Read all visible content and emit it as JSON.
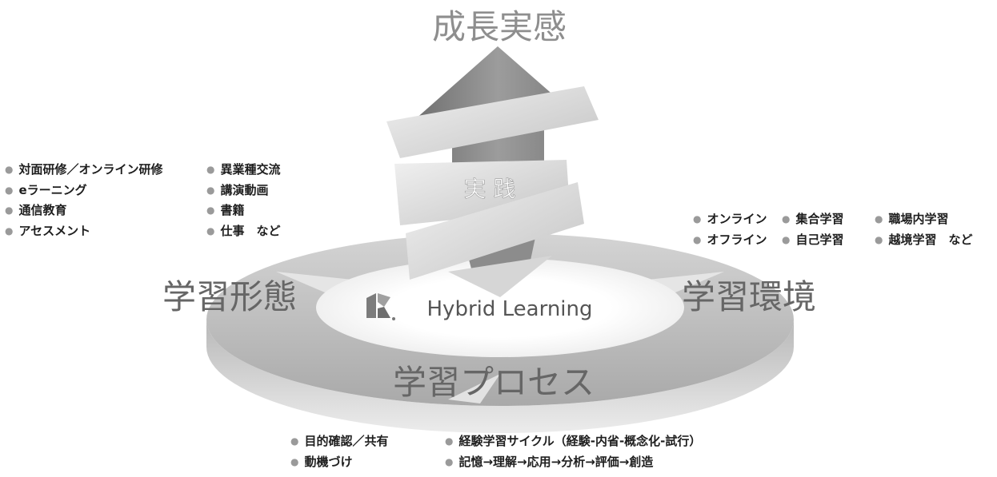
{
  "title": "成長実感",
  "arrow_label": "実 践",
  "center_logo": "Hybrid Learning",
  "labels": {
    "left": "学習形態",
    "right": "学習環境",
    "bottom": "学習プロセス"
  },
  "lists": {
    "left_col1": [
      "対面研修／オンライン研修",
      "eラーニング",
      "通信教育",
      "アセスメント"
    ],
    "left_col2": [
      "異業種交流",
      "講演動画",
      "書籍",
      "仕事　など"
    ],
    "right_row1": [
      "オンライン",
      "集合学習",
      "職場内学習"
    ],
    "right_row2": [
      "オフライン",
      "自己学習",
      "越境学習　など"
    ],
    "bottom_col1": [
      "目的確認／共有",
      "動機づけ"
    ],
    "bottom_col2": [
      "経験学習サイクル（経験-内省-概念化-試行）",
      "記憶→理解→応用→分析→評価→創造"
    ]
  },
  "colors": {
    "ring_top": "#c8c8c8",
    "ring_side": "#a6a6a6",
    "arrow_dark": "#8a8a8a",
    "ribbon": "#dcdcdc",
    "bullet": "#9a9a9a"
  }
}
